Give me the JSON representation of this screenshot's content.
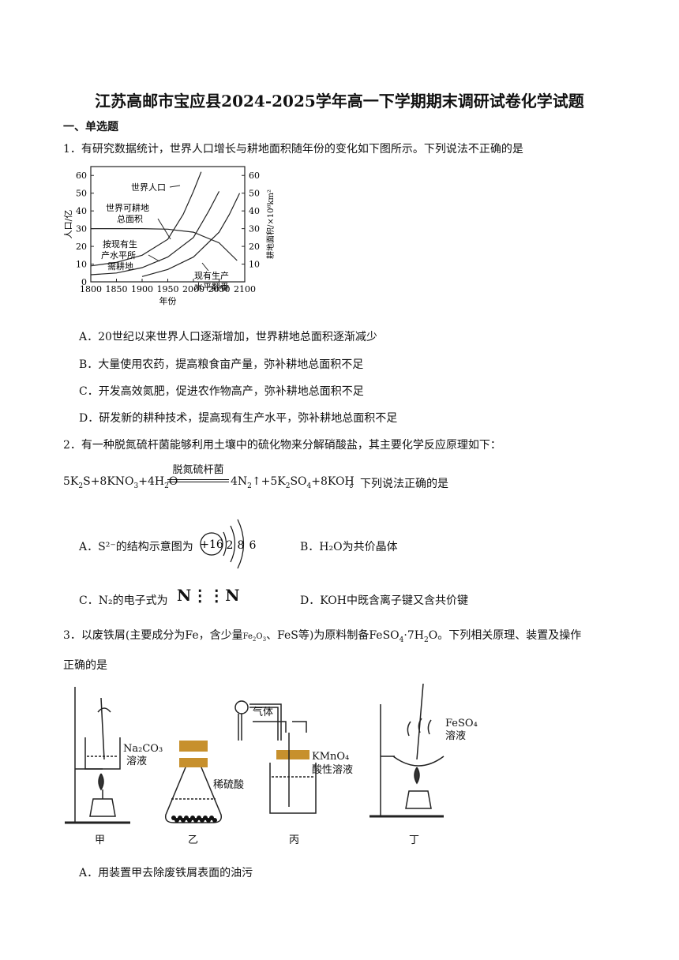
{
  "title": "江苏高邮市宝应县2024-2025学年高一下学期期末调研试卷化学试题",
  "section": "一、单选题",
  "q1": {
    "stem": "1．有研究数据统计，世界人口增长与耕地面积随年份的变化如下图所示。下列说法不正确的是",
    "options": [
      "A．20世纪以来世界人口逐渐增加，世界耕地总面积逐渐减少",
      "B．大量使用农药，提高粮食亩产量，弥补耕地总面积不足",
      "C．开发高效氮肥，促进农作物高产，弥补耕地总面积不足",
      "D．研发新的耕种技术，提高现有生产水平，弥补耕地总面积不足"
    ]
  },
  "chart_data": {
    "type": "line",
    "x": [
      1800,
      1850,
      1900,
      1950,
      2000,
      2050,
      2100
    ],
    "xlabel": "年份",
    "ylabel_left": "人口/亿",
    "ylabel_right": "耕地面积/×10⁸km²",
    "left_ticks": [
      0,
      10,
      20,
      30,
      40,
      50,
      60
    ],
    "right_ticks": [
      10,
      20,
      30,
      40,
      50,
      60
    ],
    "ylim": [
      0,
      65
    ],
    "labels": {
      "population": "世界人口",
      "arable": [
        "世界可耕地",
        "总面积"
      ],
      "needed": [
        "按现有生",
        "产水平所",
        "需耕地"
      ],
      "doubled": [
        "现有生产",
        "水平翻番"
      ]
    },
    "series": [
      {
        "key": "population",
        "points": [
          [
            1800,
            9
          ],
          [
            1850,
            11
          ],
          [
            1900,
            15
          ],
          [
            1950,
            24
          ],
          [
            1980,
            38
          ],
          [
            2000,
            51
          ],
          [
            2015,
            62
          ]
        ]
      },
      {
        "key": "arable",
        "points": [
          [
            1800,
            30
          ],
          [
            1850,
            30
          ],
          [
            1900,
            30
          ],
          [
            1950,
            29.7
          ],
          [
            2000,
            28
          ],
          [
            2050,
            22
          ],
          [
            2085,
            12
          ]
        ]
      },
      {
        "key": "needed",
        "points": [
          [
            1800,
            4
          ],
          [
            1850,
            5
          ],
          [
            1900,
            8
          ],
          [
            1950,
            14
          ],
          [
            2000,
            25
          ],
          [
            2030,
            40
          ],
          [
            2050,
            51
          ]
        ]
      },
      {
        "key": "doubled",
        "points": [
          [
            1900,
            3
          ],
          [
            1950,
            7
          ],
          [
            2000,
            14
          ],
          [
            2050,
            28
          ],
          [
            2070,
            38
          ],
          [
            2090,
            50
          ]
        ]
      }
    ]
  },
  "q2": {
    "stem": "2．有一种脱氮硫杆菌能够利用土壤中的硫化物来分解硝酸盐，其主要化学反应原理如下：",
    "condition": "脱氮硫杆菌",
    "tail": "。下列说法正确的是",
    "options": {
      "A": "A．S²⁻的结构示意图为",
      "A_nucleus": "+16",
      "A_shells": [
        "2",
        "8",
        "6"
      ],
      "B": "B．H₂O为共价晶体",
      "C": "C．N₂的电子式为",
      "C_formula": "N⋮⋮N",
      "D": "D．KOH中既含离子键又含共价键"
    }
  },
  "q3": {
    "stem_a": "3．以废铁屑(主要成分为Fe，含少量",
    "stem_b": "、FeS等)为原料制备",
    "stem_c": "。下列相关原理、装置及操作",
    "stem_d": "正确的是",
    "app_labels": [
      "甲",
      "乙",
      "丙",
      "丁"
    ],
    "jia_label": [
      "Na₂CO₃",
      "溶液"
    ],
    "yi_label": "稀硫酸",
    "bing_gas": "气体",
    "bing_label": [
      "KMnO₄",
      "酸性溶液"
    ],
    "ding_label": [
      "FeSO₄",
      "溶液"
    ],
    "optA": "A．用装置甲去除废铁屑表面的油污"
  }
}
